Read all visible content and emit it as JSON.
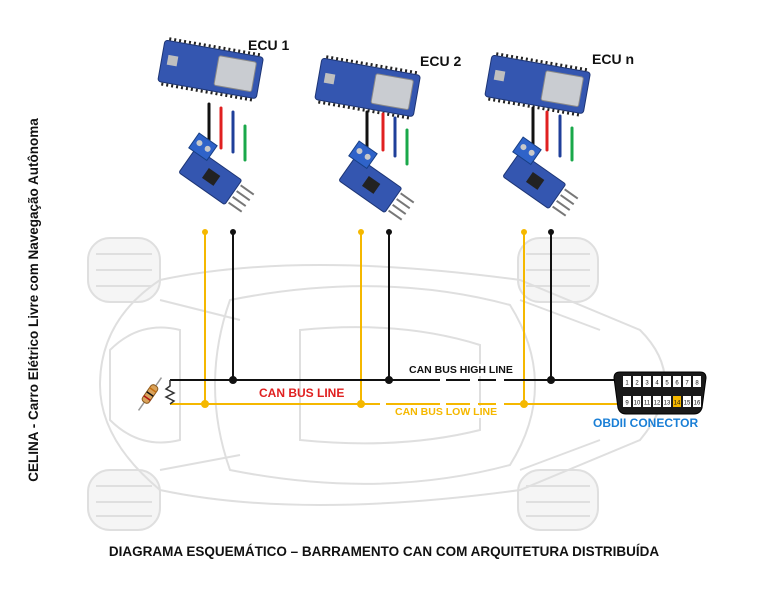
{
  "vertical_title": "CELINA - Carro Elétrico Livre com Navegação Autônoma",
  "ecus": [
    {
      "label": "ECU 1"
    },
    {
      "label": "ECU 2"
    },
    {
      "label": "ECU n"
    }
  ],
  "lines": {
    "can_bus": "CAN BUS LINE",
    "high": "CAN BUS HIGH LINE",
    "low": "CAN BUS LOW LINE"
  },
  "connector": {
    "label": "OBDII CONECTOR",
    "pins_top": [
      "1",
      "2",
      "3",
      "4",
      "5",
      "6",
      "7",
      "8"
    ],
    "pins_bottom": [
      "9",
      "10",
      "11",
      "12",
      "13",
      "14",
      "15",
      "16"
    ]
  },
  "caption": "DIAGRAMA ESQUEMÁTICO – BARRAMENTO CAN COM ARQUITETURA DISTRIBUÍDA",
  "colors": {
    "high_line": "#111111",
    "low_line": "#f5b800",
    "can_bus_label": "#e02020",
    "connector_label": "#1a7fd6",
    "board": "#2f4fa8",
    "wire_red": "#e02020",
    "wire_blue": "#1f3f9a",
    "wire_green": "#1aa84a"
  }
}
